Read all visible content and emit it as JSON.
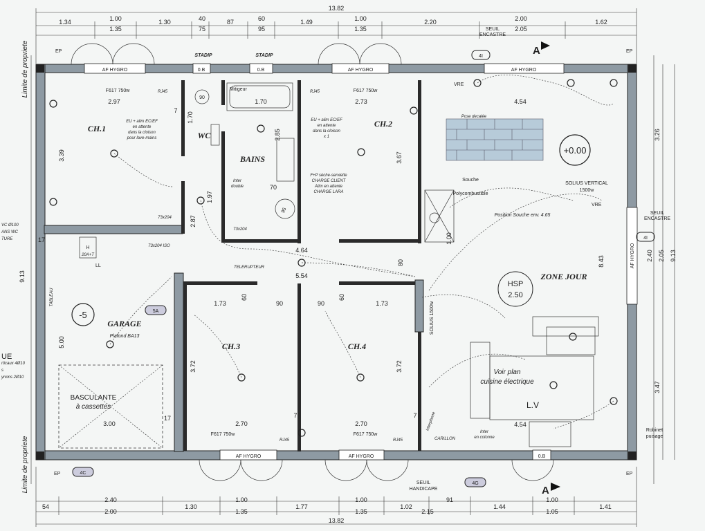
{
  "dimensions": {
    "total_top": "13.82",
    "top_row1": [
      "1.34",
      "1.00",
      "1.30",
      "40",
      "87",
      "60",
      "1.49",
      "1.00",
      "2.20",
      "2.00",
      "1.62"
    ],
    "top_row2": [
      "1.35",
      "75",
      "95",
      "1.35",
      "2.05"
    ],
    "seuil_top": "SEUIL\nENCASTRE",
    "bottom_row1": [
      "54",
      "2.40",
      "1.30",
      "1.00",
      "1.77",
      "1.00",
      "1.02",
      "91",
      "1.44",
      "1.00",
      "1.41"
    ],
    "bottom_row2": [
      "2.00",
      "1.35",
      "1.35",
      "2.15",
      "1.05"
    ],
    "total_bottom": "13.82",
    "left": [
      "9.13"
    ],
    "right": [
      "3.26",
      "2.40",
      "2.05",
      "9.13",
      "8.43",
      "3.47"
    ],
    "interior": {
      "ch1_width": "2.97",
      "ch1_height": "3.39",
      "bath_width": "1.70",
      "bath_height": "2.85",
      "wc_width": "1.70",
      "ch2_width": "2.73",
      "ch2_height": "3.67",
      "hall_width": "4.64",
      "corridor": "5.54",
      "left_col": "1.73",
      "right_col": "1.73",
      "ch3_height": "3.72",
      "ch4_height": "3.72",
      "ch3_width": "2.70",
      "ch4_width": "2.70",
      "garage_width": "3.00",
      "garage_height": "5.00",
      "living_width": "4.54",
      "kitchen_width": "4.54",
      "door_70": "70",
      "door_90a": "90",
      "door_90b": "90",
      "seven": "7",
      "seventeen": "17",
      "eighty": "80",
      "one_oh": "1.00",
      "one97": "1.97",
      "two87": "2.87",
      "wc_90": "90"
    }
  },
  "rooms": {
    "ch1": "CH.1",
    "ch2": "CH.2",
    "ch3": "CH.3",
    "ch4": "CH.4",
    "wc": "WC",
    "bains": "BAINS",
    "garage": "GARAGE",
    "garage_sub": "Plafond BA13",
    "zone_jour": "ZONE JOUR",
    "basculante": "BASCULANTE",
    "cassettes": "à cassettes"
  },
  "labels": {
    "af_hygro": "AF HYGRO",
    "stadip": "STADIP",
    "ob": "0.B",
    "ep": "EP",
    "vre": "VRE",
    "limite": "Limite de propriete",
    "section_a": "A",
    "badge_4i": "4I",
    "badge_4c": "4C",
    "badge_4g": "4G",
    "badge_5a": "5A",
    "level_zero": "+0.00",
    "level_minus": "-5",
    "hsp": "HSP",
    "hsp_val": "2.50",
    "solius_v": "SOLIUS VERTICAL",
    "solius_w": "1500w",
    "solius_small": "SOLIUS 1500w",
    "pose": "Pose decalée",
    "souche": "Souche",
    "souche2": "Polycombustible",
    "position": "Position Souche env. 4.65",
    "voir_plan": "Voir plan",
    "cuisine": "cuisine électrique",
    "lv": "L.V",
    "robinet": "Robinet",
    "robinet2": "puisage",
    "seuil_hand": "SEUIL",
    "seuil_hand2": "HANDICAPE",
    "seuil_enc": "SEUIL",
    "seuil_enc2": "ENCASTRE",
    "f617_top1": "F617 750w",
    "f617_top2": "F617 750w",
    "f617_b1": "F617 750w",
    "f617_b2": "F617 750w",
    "rj45": "RJ45",
    "h": "H",
    "h_sub": "20A+T",
    "ll": "LL",
    "tableau": "TABLEAU",
    "carillon": "CARILLON",
    "interphone": "Interphone",
    "teleprupteur": "TELERUPTEUR",
    "eu_ch1_1": "EU + alim EC/EF",
    "eu_ch1_2": "en attente",
    "eu_ch1_3": "dans la cloison",
    "eu_ch1_4": "pour lave-mains",
    "eu_ch2_1": "EU + alim EC/EF",
    "eu_ch2_2": "en attente",
    "eu_ch2_3": "dans la cloison",
    "eu_ch2_4": "x 1",
    "fp_1": "F+P sèche-serviette",
    "fp_2": "CHARGE CLIENT",
    "fp_3": "Alim en attente",
    "fp_4": "CHARGE LARA",
    "moligeur": "Mitigeur",
    "inter_double": "Inter",
    "inter_double2": "double",
    "inter_col": "Inter",
    "inter_col2": "en colonne",
    "win_73_204a": "73x204",
    "win_73_204b": "73x204 ISO",
    "win_73_204c": "73x204",
    "left_vc1": "VC Ø100",
    "left_vc2": "ANS WC",
    "left_vc3": "TURE",
    "left_ue": "UE",
    "left_1": "rticaux 4Ø10",
    "left_2": "s",
    "left_3": "ynons 2Ø10",
    "ninety_five": "95",
    "sixty": "60",
    "ninety_rot": "90"
  },
  "colors": {
    "wall": "#8e9aa3",
    "brick": "#b7cbd9"
  }
}
